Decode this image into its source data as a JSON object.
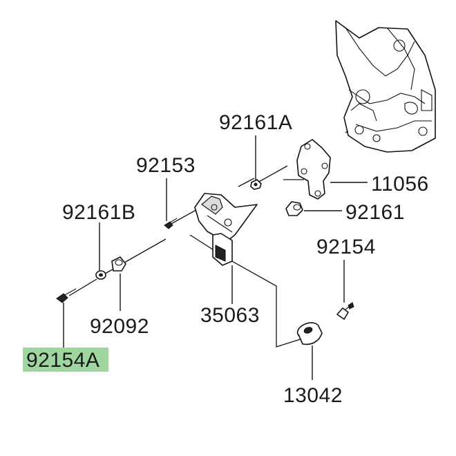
{
  "labels": {
    "p92161A": "92161A",
    "p92153": "92153",
    "p11056": "11056",
    "p92161B": "92161B",
    "p92161": "92161",
    "p92154": "92154",
    "p92092": "92092",
    "p35063": "35063",
    "p92154A": "92154A",
    "p13042": "13042"
  },
  "highlight": {
    "part": "92154A",
    "color": "#9fd59f"
  }
}
